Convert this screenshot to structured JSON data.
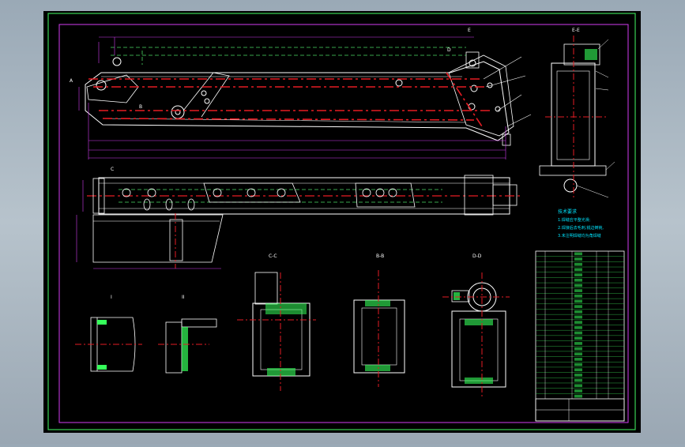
{
  "colors": {
    "background": "#000000",
    "outer_frame": "#39d353",
    "inner_frame": "#d23cf0",
    "part_outline": "#ffffff",
    "centerline": "#e51c23",
    "hidden_line": "#4cd964",
    "annotation": "#00e5ff",
    "hatch": "#35ff5a",
    "callout": "#ff2bd6"
  },
  "labels": {
    "section_ee": "E-E",
    "section_cc": "C-C",
    "section_bb": "B-B",
    "section_dd": "D-D",
    "detail_i": "I",
    "detail_ii": "II",
    "ref_a": "A",
    "ref_b": "B",
    "ref_c": "C",
    "ref_d": "D",
    "ref_e": "E"
  },
  "notes": {
    "heading": "技术要求",
    "lines": [
      "1.焊缝应平整光滑;",
      "2.焊接后去毛刺,锐边倒钝,",
      "3.未注明焊缝均为角焊缝"
    ]
  }
}
